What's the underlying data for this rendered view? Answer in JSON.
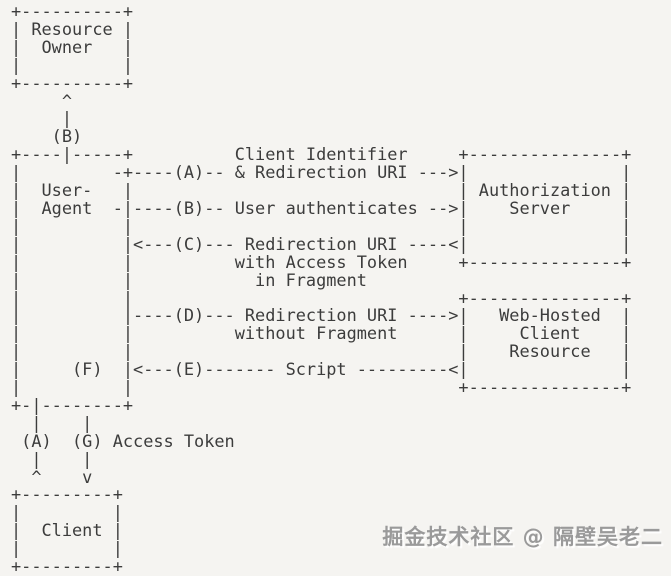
{
  "page": {
    "background_color": "#f5f4f1",
    "text_color": "#3c3c3c"
  },
  "diagram": {
    "lines": [
      "+----------+",
      "| Resource |",
      "|  Owner   |",
      "|          |",
      "+----------+",
      "     ^",
      "     |",
      "    (B)",
      "+----|-----+          Client Identifier     +---------------+",
      "|         -+----(A)-- & Redirection URI --->|               |",
      "|  User-   |                                | Authorization |",
      "|  Agent  -|----(B)-- User authenticates -->|    Server     |",
      "|          |                                |               |",
      "|          |<---(C)--- Redirection URI ----<|               |",
      "|          |          with Access Token     +---------------+",
      "|          |            in Fragment",
      "|          |                                +---------------+",
      "|          |----(D)--- Redirection URI ---->|   Web-Hosted  |",
      "|          |          without Fragment      |     Client    |",
      "|          |                                |    Resource   |",
      "|     (F)  |<---(E)------- Script ---------<|               |",
      "|          |                                +---------------+",
      "+-|--------+",
      "  |    |",
      " (A)  (G) Access Token",
      "  |    |",
      "  ^    v",
      "+---------+",
      "|         |",
      "|  Client |",
      "|         |",
      "+---------+"
    ],
    "boxes": {
      "resource_owner": "Resource Owner",
      "user_agent": "User-Agent",
      "authorization_server": "Authorization Server",
      "web_hosted_client_resource": "Web-Hosted Client Resource",
      "client": "Client"
    }
  },
  "watermark": {
    "text": "掘金技术社区 @ 隔壁吴老二",
    "color": "#9a9a9a"
  }
}
